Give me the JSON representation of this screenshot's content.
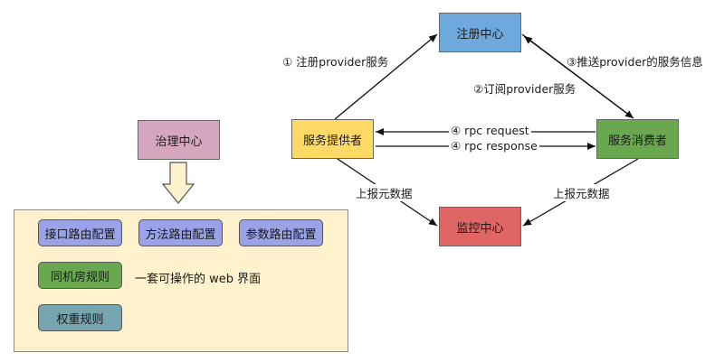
{
  "nodes": {
    "registry": "注册中心",
    "provider": "服务提供者",
    "consumer": "服务消费者",
    "monitor": "监控中心",
    "governance": "治理中心"
  },
  "edges": {
    "register": "① 注册provider服务",
    "push": "③推送provider的服务信息",
    "subscribe": "②订阅provider服务",
    "request": "④ rpc request",
    "response": "④ rpc response",
    "report_left": "上报元数据",
    "report_right": "上报元数据"
  },
  "governance_panel": {
    "items": [
      "接口路由配置",
      "方法路由配置",
      "参数路由配置",
      "同机房规则",
      "权重规则"
    ],
    "description": "一套可操作的 web 界面"
  },
  "colors": {
    "registry": "#6fa8dc",
    "provider": "#ffd966",
    "consumer": "#6aa84f",
    "monitor": "#e06666",
    "governance": "#d5a6bd",
    "panel_bg": "#fff2cc",
    "route_item": "#9aa3e8",
    "rule_green": "#6aa84f",
    "rule_teal": "#76a5af"
  }
}
